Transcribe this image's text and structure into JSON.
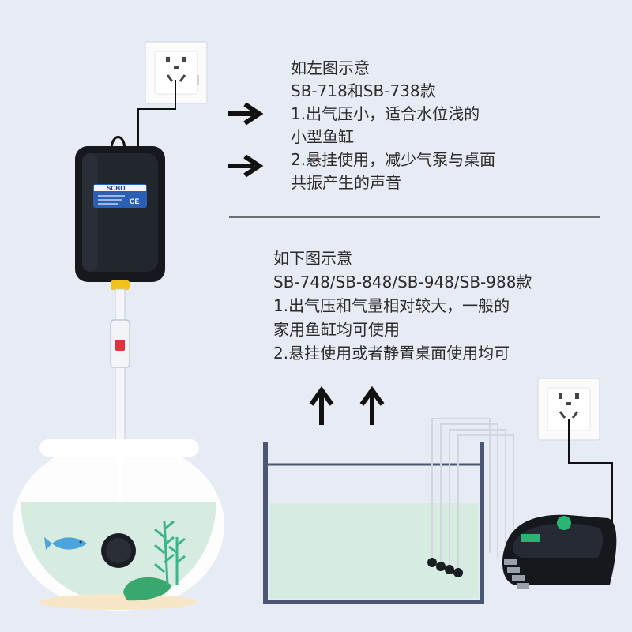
{
  "top_note": {
    "lines": [
      "如左图示意",
      "SB-718和SB-738款",
      "1.出气压小，适合水位浅的",
      "小型鱼缸",
      "2.悬挂使用，减少气泵与桌面",
      "共振产生的声音"
    ]
  },
  "bottom_note": {
    "lines": [
      "如下图示意",
      "SB-748/SB-848/SB-948/SB-988款",
      "1.出气压和气量相对较大，一般的",
      "家用鱼缸均可使用",
      "2.悬挂使用或者静置桌面使用均可"
    ]
  },
  "pump_left": {
    "brand": "SOBO",
    "mark": "CE"
  },
  "colors": {
    "background": "#e7ebf4",
    "water": "#d6ece0",
    "pump_body": "#15181d",
    "tank_frame": "#4a5672",
    "socket_plate": "#fbfbfb",
    "arrow": "#111111",
    "valve_red": "#e2323c",
    "plant_green": "#3cb48c"
  }
}
